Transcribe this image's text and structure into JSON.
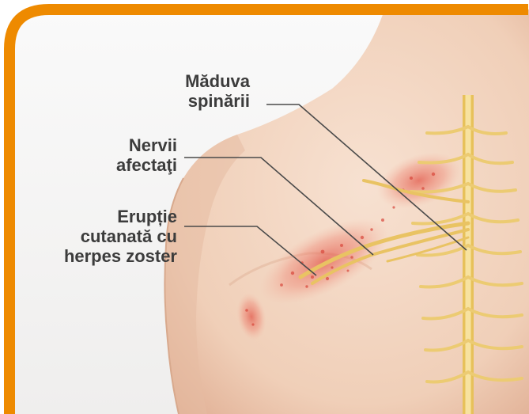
{
  "labels": {
    "spinal_cord": [
      "Măduva",
      "spinării"
    ],
    "affected_nerves": [
      "Nervii",
      "afectaţi"
    ],
    "rash": [
      "Erupție",
      "cutanată cu",
      "herpes zoster"
    ]
  },
  "colors": {
    "frame_border": "#ee8a00",
    "background": "#f5f2f0",
    "skin": "#f3d6c2",
    "skin_shadow": "#e2b49a",
    "nerve": "#f1d27a",
    "rash": "#e8604f",
    "leader_line": "#4a4a4a",
    "label_text": "#3c3c3c"
  }
}
